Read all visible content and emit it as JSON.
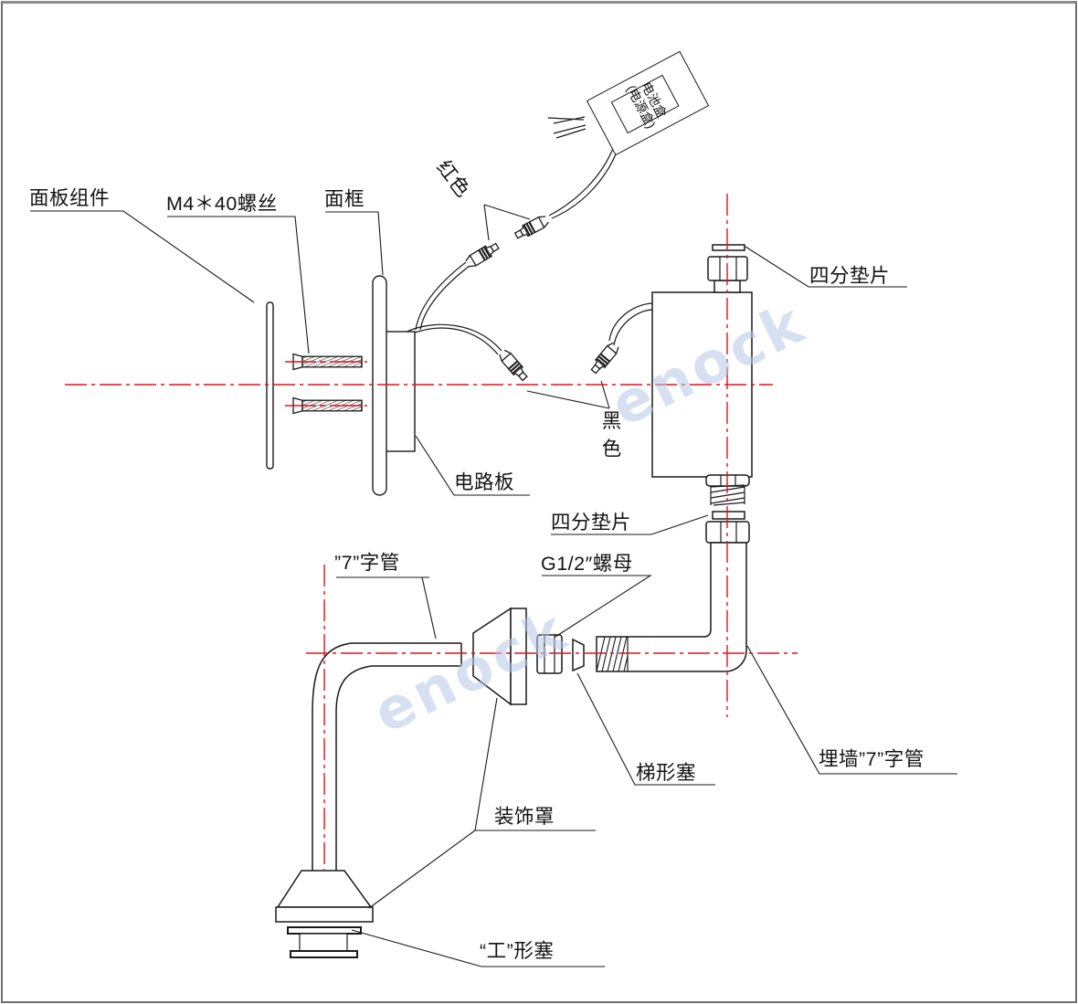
{
  "drawing": {
    "line_color": "#1a1a1a",
    "centerline_color": "#e81118",
    "background": "#ffffff"
  },
  "watermark": {
    "text": "enock",
    "color": "#b6c8e4"
  },
  "labels": {
    "panel_assembly": "面板组件",
    "screw_m4": "M4＊40螺丝",
    "face_frame": "面框",
    "red_wire": "红色",
    "battery_box_line1": "电池盒",
    "battery_box_line2": "(电源盒)",
    "washer_top": "四分垫片",
    "black_wire": "黑色",
    "circuit_board": "电路板",
    "washer_mid": "四分垫片",
    "nut_g12": "G1/2″螺母",
    "pipe_7": "”7”字管",
    "plug_trapezoid": "梯形塞",
    "pipe_7_wall": "埋墙”7”字管",
    "decor_cover": "装饰罩",
    "plug_i": "“工”形塞"
  }
}
